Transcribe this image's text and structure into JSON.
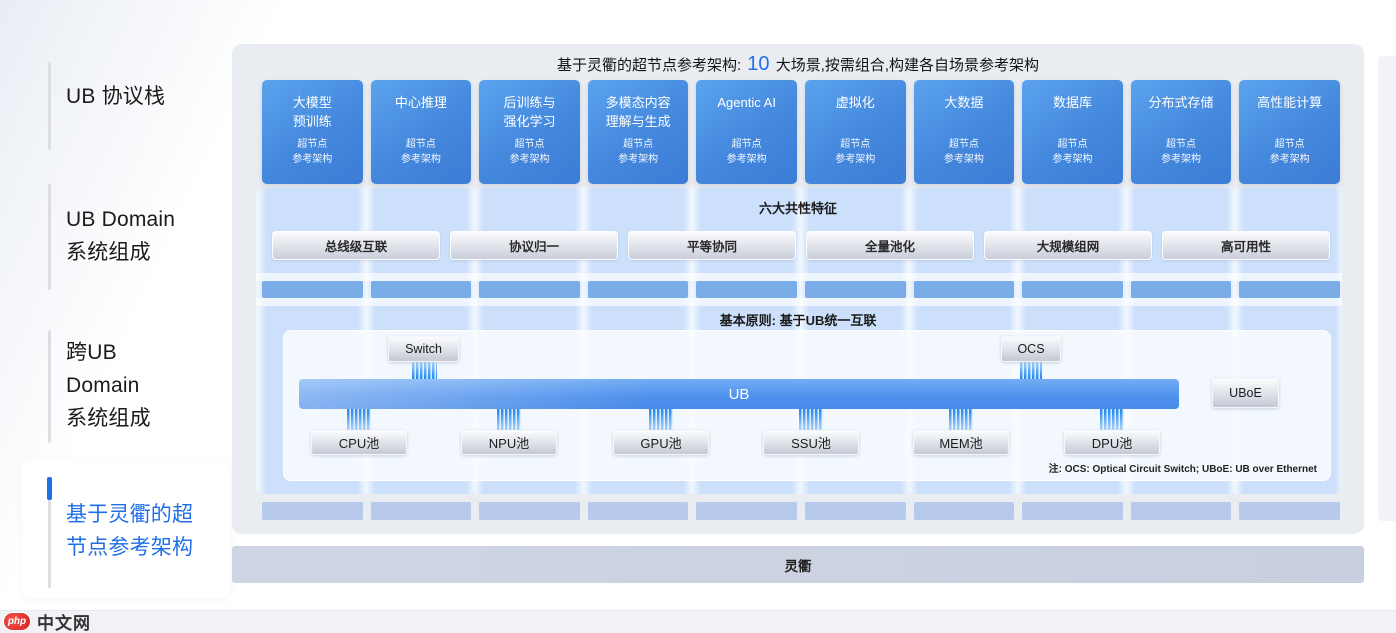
{
  "sidebar": {
    "items": [
      {
        "label": "UB 协议栈"
      },
      {
        "label": "UB Domain\n系统组成"
      },
      {
        "label": "跨UB\nDomain\n系统组成"
      },
      {
        "label": "基于灵衢的超\n节点参考架构",
        "active": true
      }
    ]
  },
  "main": {
    "title": {
      "prefix": "基于灵衢的超节点参考架构: ",
      "highlight": "10",
      "suffix": " 大场景,按需组合,构建各自场景参考架构"
    },
    "scenario_cards": [
      {
        "title": "大模型\n预训练",
        "subtitle": "超节点\n参考架构"
      },
      {
        "title": "中心推理",
        "subtitle": "超节点\n参考架构"
      },
      {
        "title": "后训练与\n强化学习",
        "subtitle": "超节点\n参考架构"
      },
      {
        "title": "多模态内容\n理解与生成",
        "subtitle": "超节点\n参考架构"
      },
      {
        "title": "Agentic AI",
        "subtitle": "超节点\n参考架构"
      },
      {
        "title": "虚拟化",
        "subtitle": "超节点\n参考架构"
      },
      {
        "title": "大数据",
        "subtitle": "超节点\n参考架构"
      },
      {
        "title": "数据库",
        "subtitle": "超节点\n参考架构"
      },
      {
        "title": "分布式存储",
        "subtitle": "超节点\n参考架构"
      },
      {
        "title": "高性能计算",
        "subtitle": "超节点\n参考架构"
      }
    ],
    "features": {
      "heading": "六大共性特征",
      "items": [
        "总线级互联",
        "协议归一",
        "平等协同",
        "全量池化",
        "大规模组网",
        "高可用性"
      ]
    },
    "column_count": 10,
    "principle_heading": "基本原则: 基于UB统一互联",
    "diagram": {
      "switch_label": "Switch",
      "ocs_label": "OCS",
      "ub_label": "UB",
      "uboe_label": "UBoE",
      "pools": [
        "CPU池",
        "NPU池",
        "GPU池",
        "SSU池",
        "MEM池",
        "DPU池"
      ],
      "note": "注:  OCS:  Optical Circuit Switch; UBoE: UB over Ethernet"
    },
    "footer_bar_label": "灵衢"
  },
  "watermark": {
    "badge": "php",
    "text": "中文网"
  },
  "colors": {
    "accent_blue": "#1f6fe8",
    "card_blue_top": "#5ba3ee",
    "card_blue_bottom": "#3c7cd6",
    "panel_gray": "#e9ecf0",
    "panel_light_blue": "#cce0fb",
    "connector_bar_blue": "#7aace8",
    "muted_bar_blue": "#b7c9ec",
    "footer_bar_gray": "#ccd3e1"
  }
}
